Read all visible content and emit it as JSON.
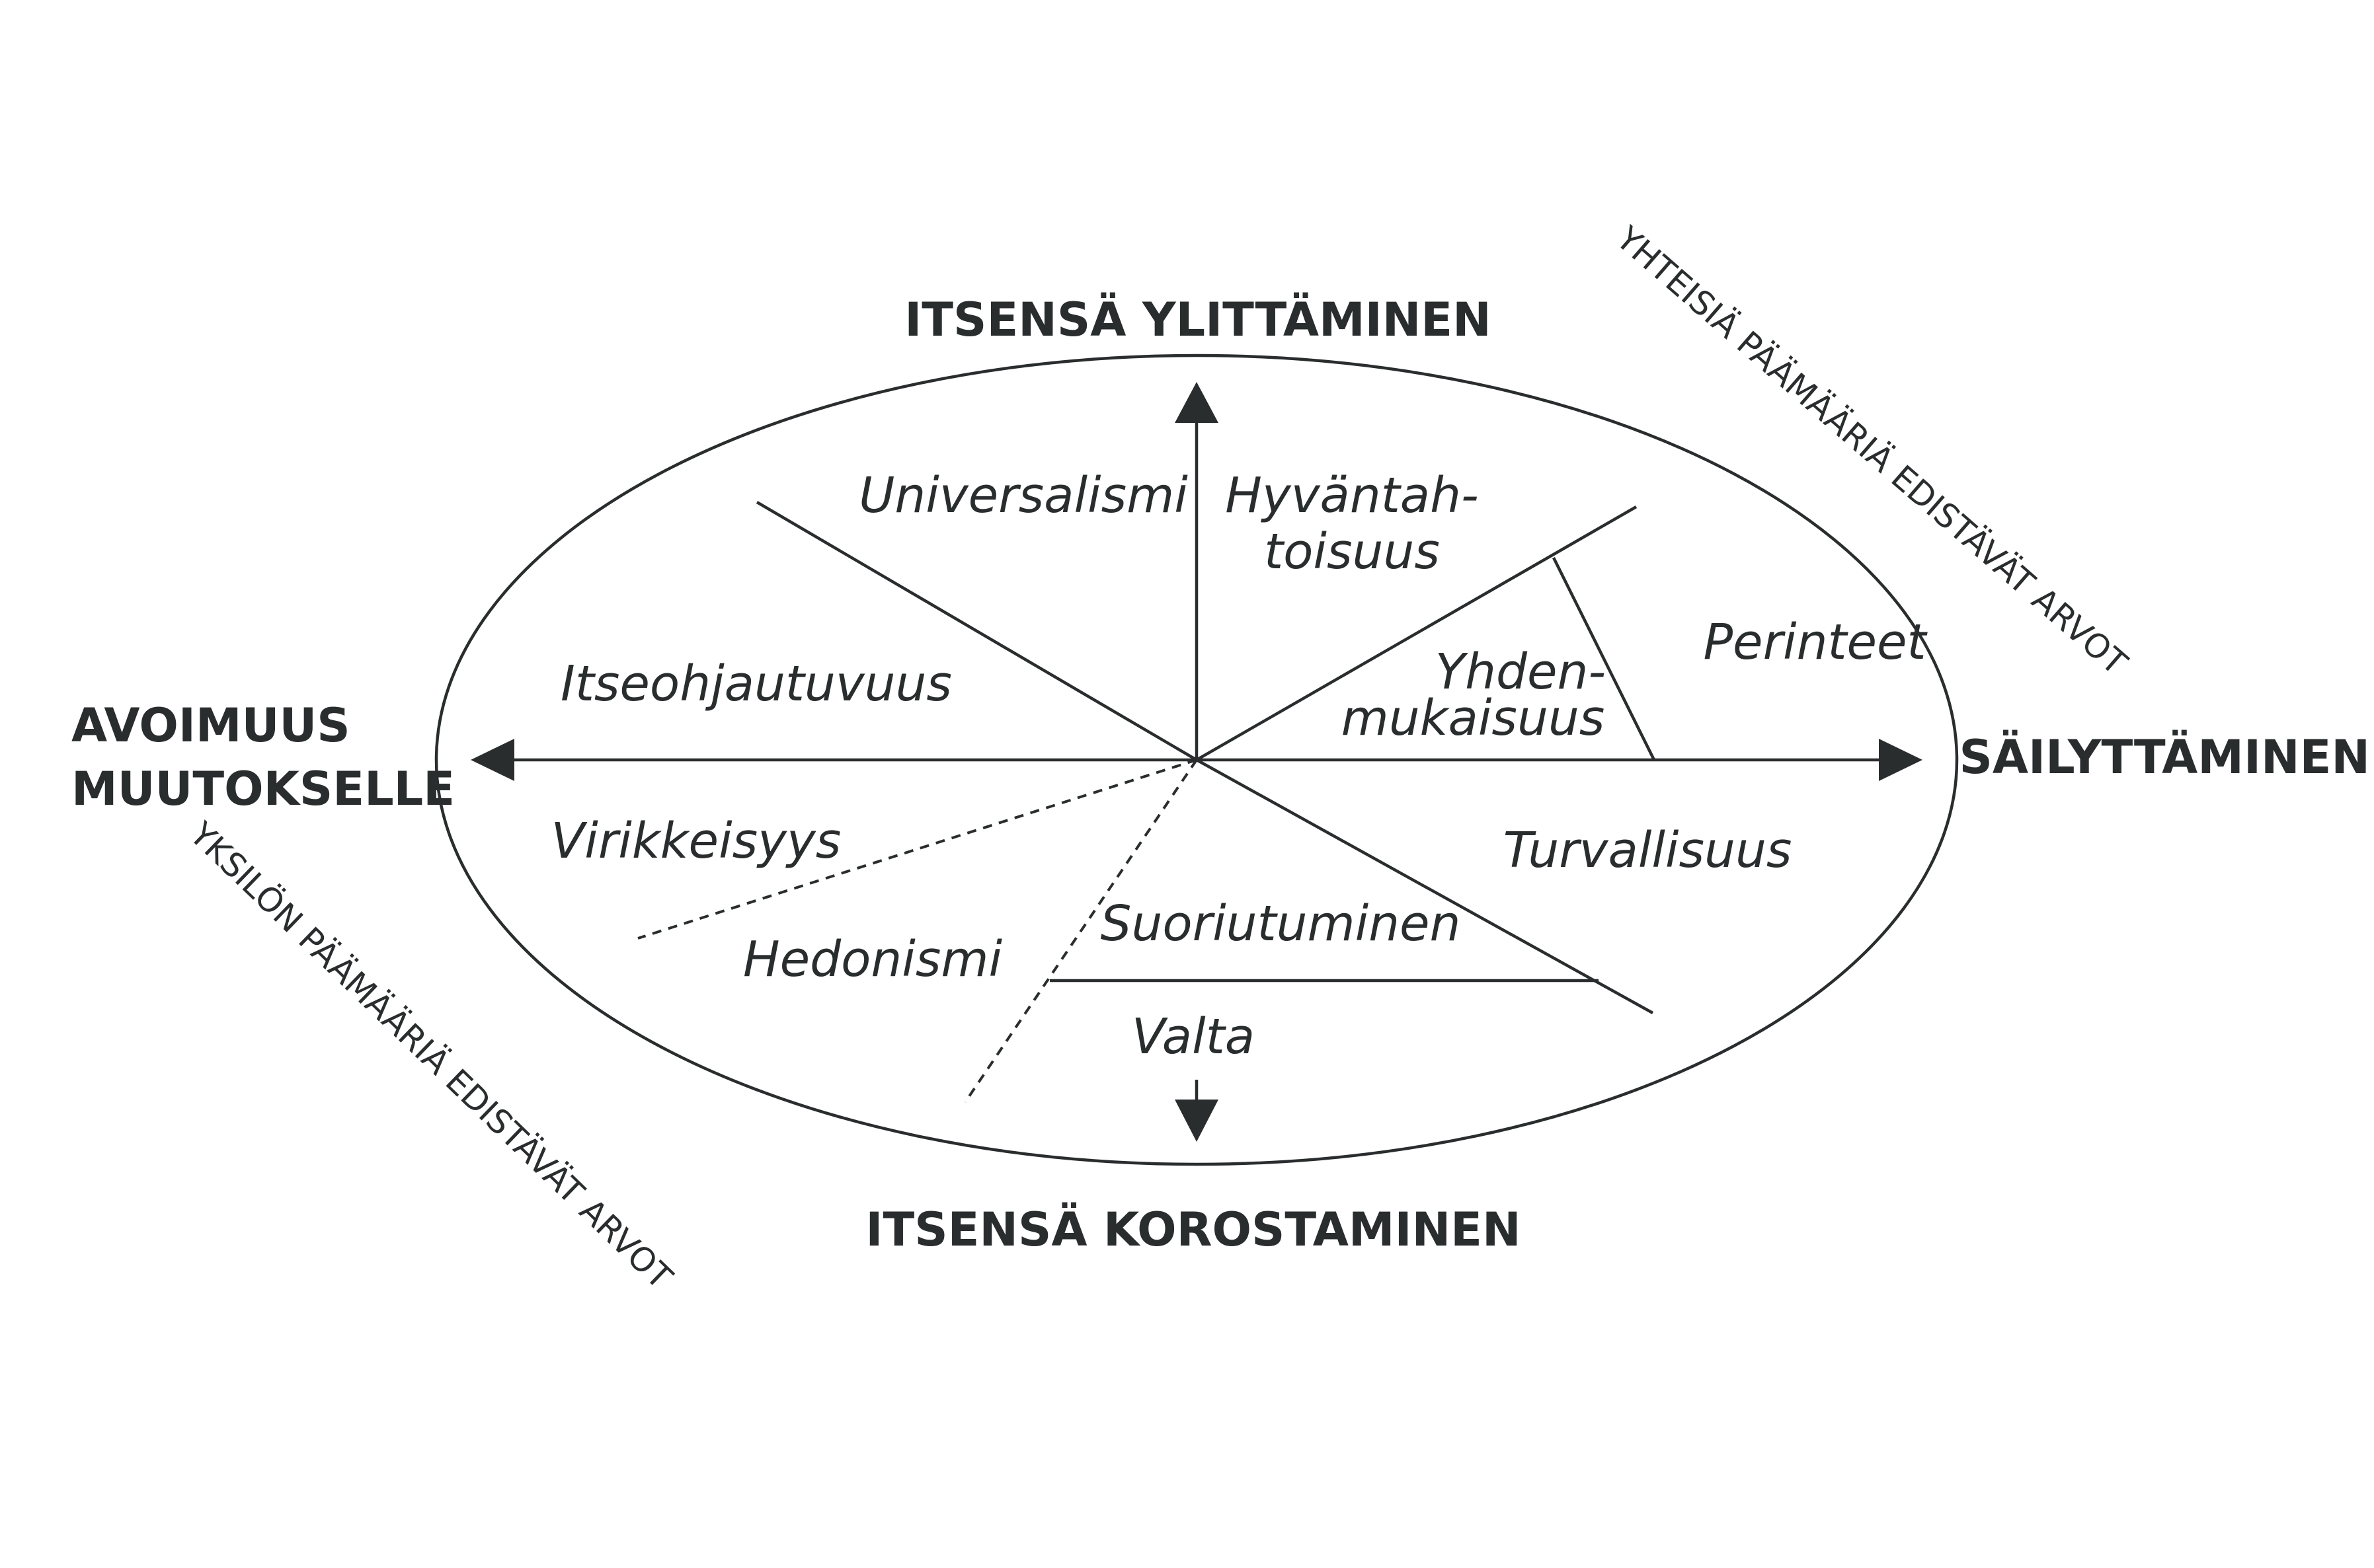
{
  "poles": {
    "top": "ITSENSÄ YLITTÄMINEN",
    "bottom": "ITSENSÄ KOROSTAMINEN",
    "right": "SÄILYTTÄMINEN",
    "left_line1": "AVOIMUUS",
    "left_line2": "MUUTOKSELLE"
  },
  "values": {
    "universalism": "Universalismi",
    "benevolence_line1": "Hyväntah-",
    "benevolence_line2": "toisuus",
    "tradition": "Perinteet",
    "conformity_line1": "Yhden-",
    "conformity_line2": "mukaisuus",
    "self_direction": "Itseohjautuvuus",
    "security": "Turvallisuus",
    "stimulation": "Virikkeisyys",
    "achievement": "Suoriutuminen",
    "hedonism": "Hedonismi",
    "power": "Valta"
  },
  "diagonals": {
    "collective": "YHTEISIÄ PÄÄMÄÄRIÄ EDISTÄVÄT ARVOT",
    "individual": "YKSILÖN PÄÄMÄÄRIÄ EDISTÄVÄT ARVOT"
  }
}
